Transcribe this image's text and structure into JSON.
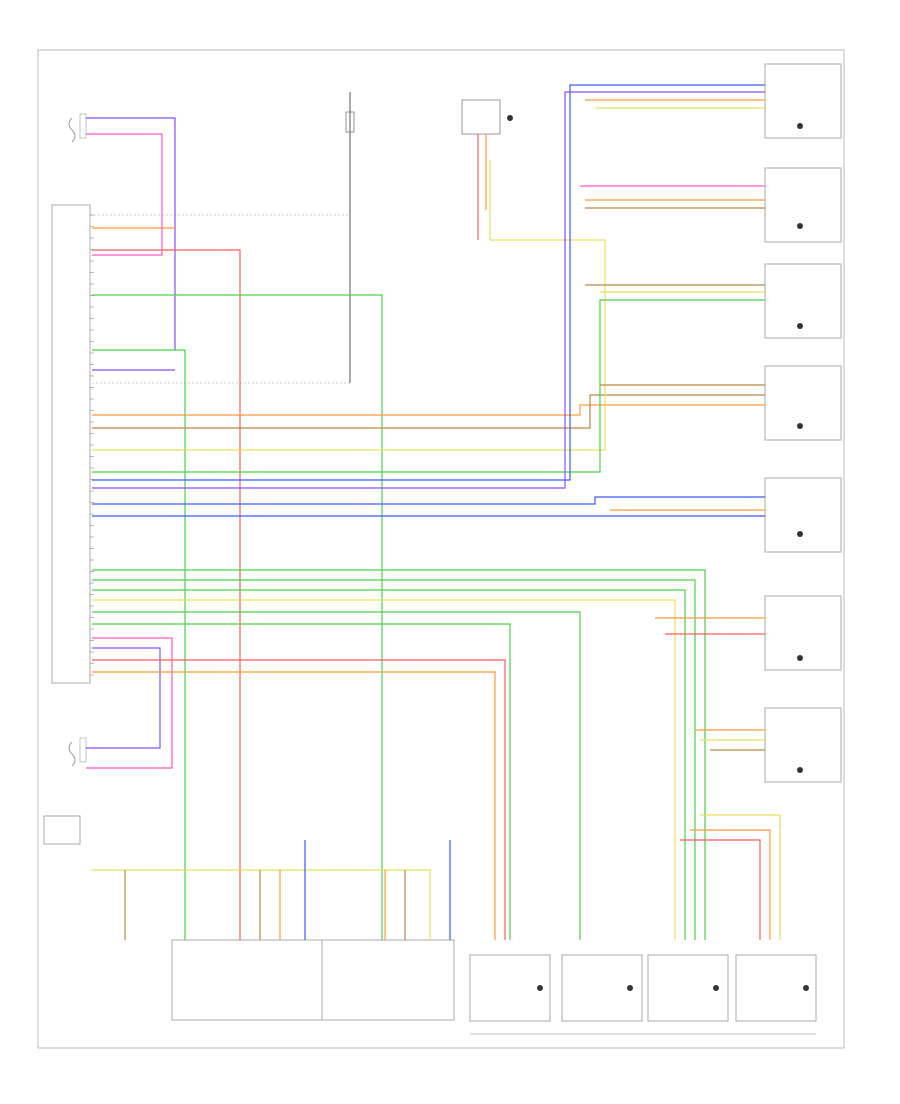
{
  "diagram": {
    "footer_code": "",
    "groups": [
      {
        "id": "g_parking_sw",
        "label": ""
      },
      {
        "id": "g_parking_ctrl",
        "label": ""
      },
      {
        "id": "g_sensors",
        "label": ""
      }
    ]
  },
  "colors": {
    "red": "#ff5a5a",
    "pink": "#ff55cc",
    "violet": "#8a4dff",
    "blue": "#3a5bff",
    "green": "#4bd24b",
    "yellow": "#e8e05a",
    "orange": "#ff9a3a",
    "brown": "#b88a45",
    "gray": "#9a9a9a",
    "black": "#222222"
  }
}
